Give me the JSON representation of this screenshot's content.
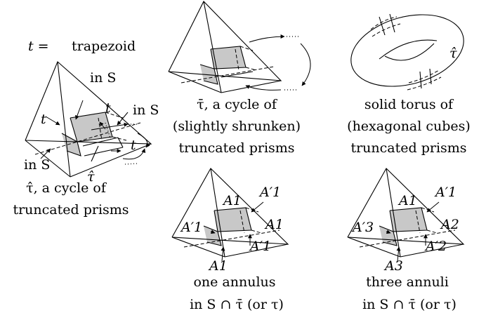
{
  "top_left": {
    "t_eq": "t =",
    "trapezoid": "trapezoid",
    "in_S_1": "in S",
    "in_S_2": "in S",
    "in_S_3": "in S",
    "t_1": "t",
    "t_2": "t",
    "t_3": "t",
    "tau_hat": "τ̂",
    "caption_line1": "τ̂, a cycle of",
    "caption_line2": "truncated prisms"
  },
  "top_middle": {
    "caption_line1": "τ̄, a cycle of",
    "caption_line2": "(slightly shrunken)",
    "caption_line3": "truncated prisms"
  },
  "top_right": {
    "tau_hat": "τ̂",
    "caption_line1": "solid torus of",
    "caption_line2": "(hexagonal cubes)",
    "caption_line3": "truncated prisms"
  },
  "bottom_middle": {
    "A1_top": "A1",
    "A1p_top": "A′1",
    "A1p_left": "A′1",
    "A1_right": "A1",
    "A1p_bottom": "A′1",
    "A1_bottom": "A1",
    "caption_line1": "one annulus",
    "caption_line2": "in S ∩ τ̄ (or τ)"
  },
  "bottom_right": {
    "A1_top": "A1",
    "A1p_top": "A′1",
    "A3p_left": "A′3",
    "A2_right": "A2",
    "A2p_bottom": "A′2",
    "A3_bottom": "A3",
    "caption_line1": "three annuli",
    "caption_line2": "in S ∩ τ̄ (or τ)"
  }
}
